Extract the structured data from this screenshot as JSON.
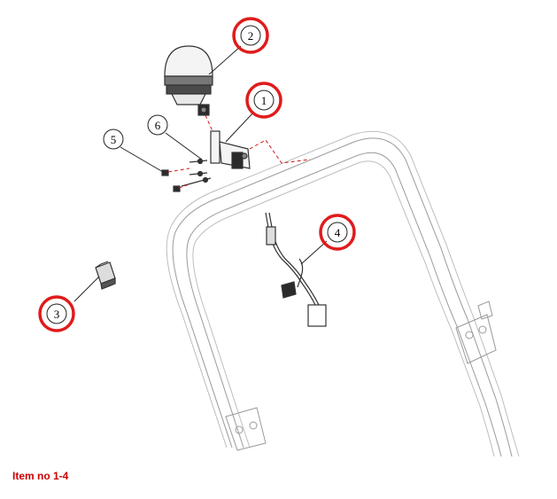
{
  "colors": {
    "highlight_ring": "#e01b1b",
    "line_art": "#333333",
    "frame_light": "#9a9a9a",
    "hidden_line": "#d01818",
    "caption": "#cc0000"
  },
  "callouts": [
    {
      "label": "1",
      "highlighted": true
    },
    {
      "label": "2",
      "highlighted": true
    },
    {
      "label": "3",
      "highlighted": true
    },
    {
      "label": "4",
      "highlighted": true
    },
    {
      "label": "5",
      "highlighted": false
    },
    {
      "label": "6",
      "highlighted": false
    }
  ],
  "caption": {
    "text": "Item no 1-4"
  }
}
